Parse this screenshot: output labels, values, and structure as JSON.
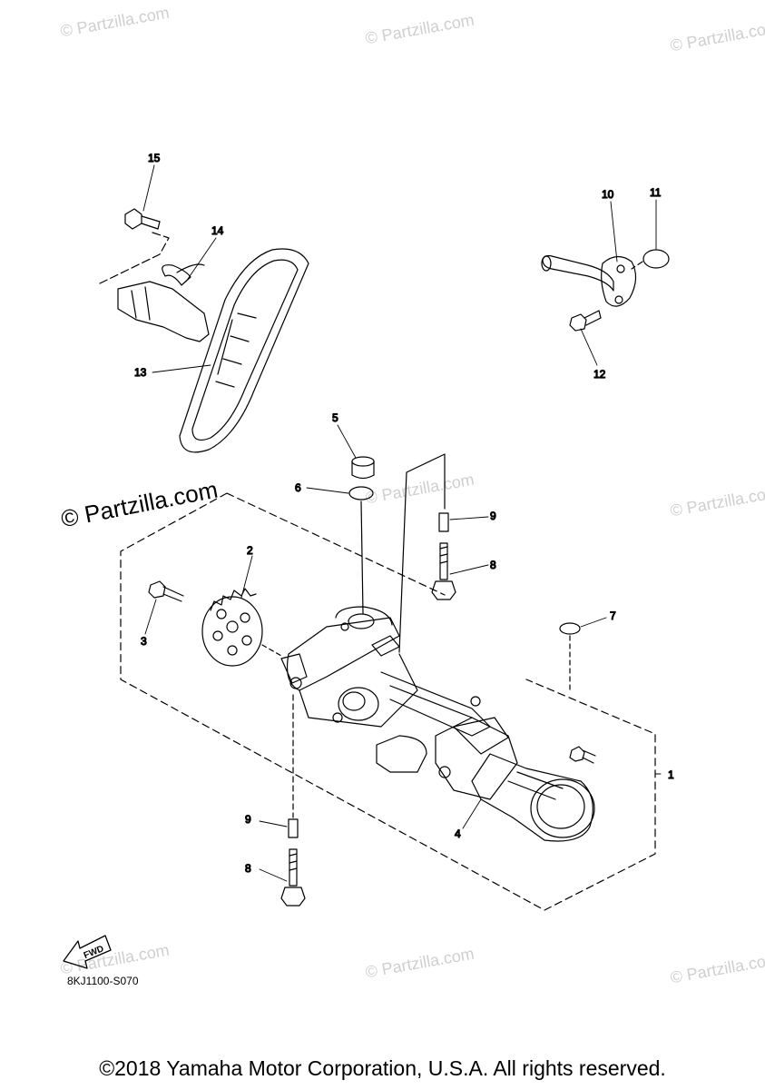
{
  "watermark": {
    "text": "© Partzilla.com",
    "main_text": "© Partzilla.com"
  },
  "callouts": {
    "c1": "1",
    "c2": "2",
    "c3": "3",
    "c4": "4",
    "c5": "5",
    "c6": "6",
    "c7": "7",
    "c8a": "8",
    "c8b": "8",
    "c9a": "9",
    "c9b": "9",
    "c10": "10",
    "c11": "11",
    "c12": "12",
    "c13": "13",
    "c14": "14",
    "c15": "15"
  },
  "fwd_label": "FWD",
  "diagram_code": "8KJ1100-S070",
  "copyright": "©2018 Yamaha Motor Corporation, U.S.A. All rights reserved."
}
